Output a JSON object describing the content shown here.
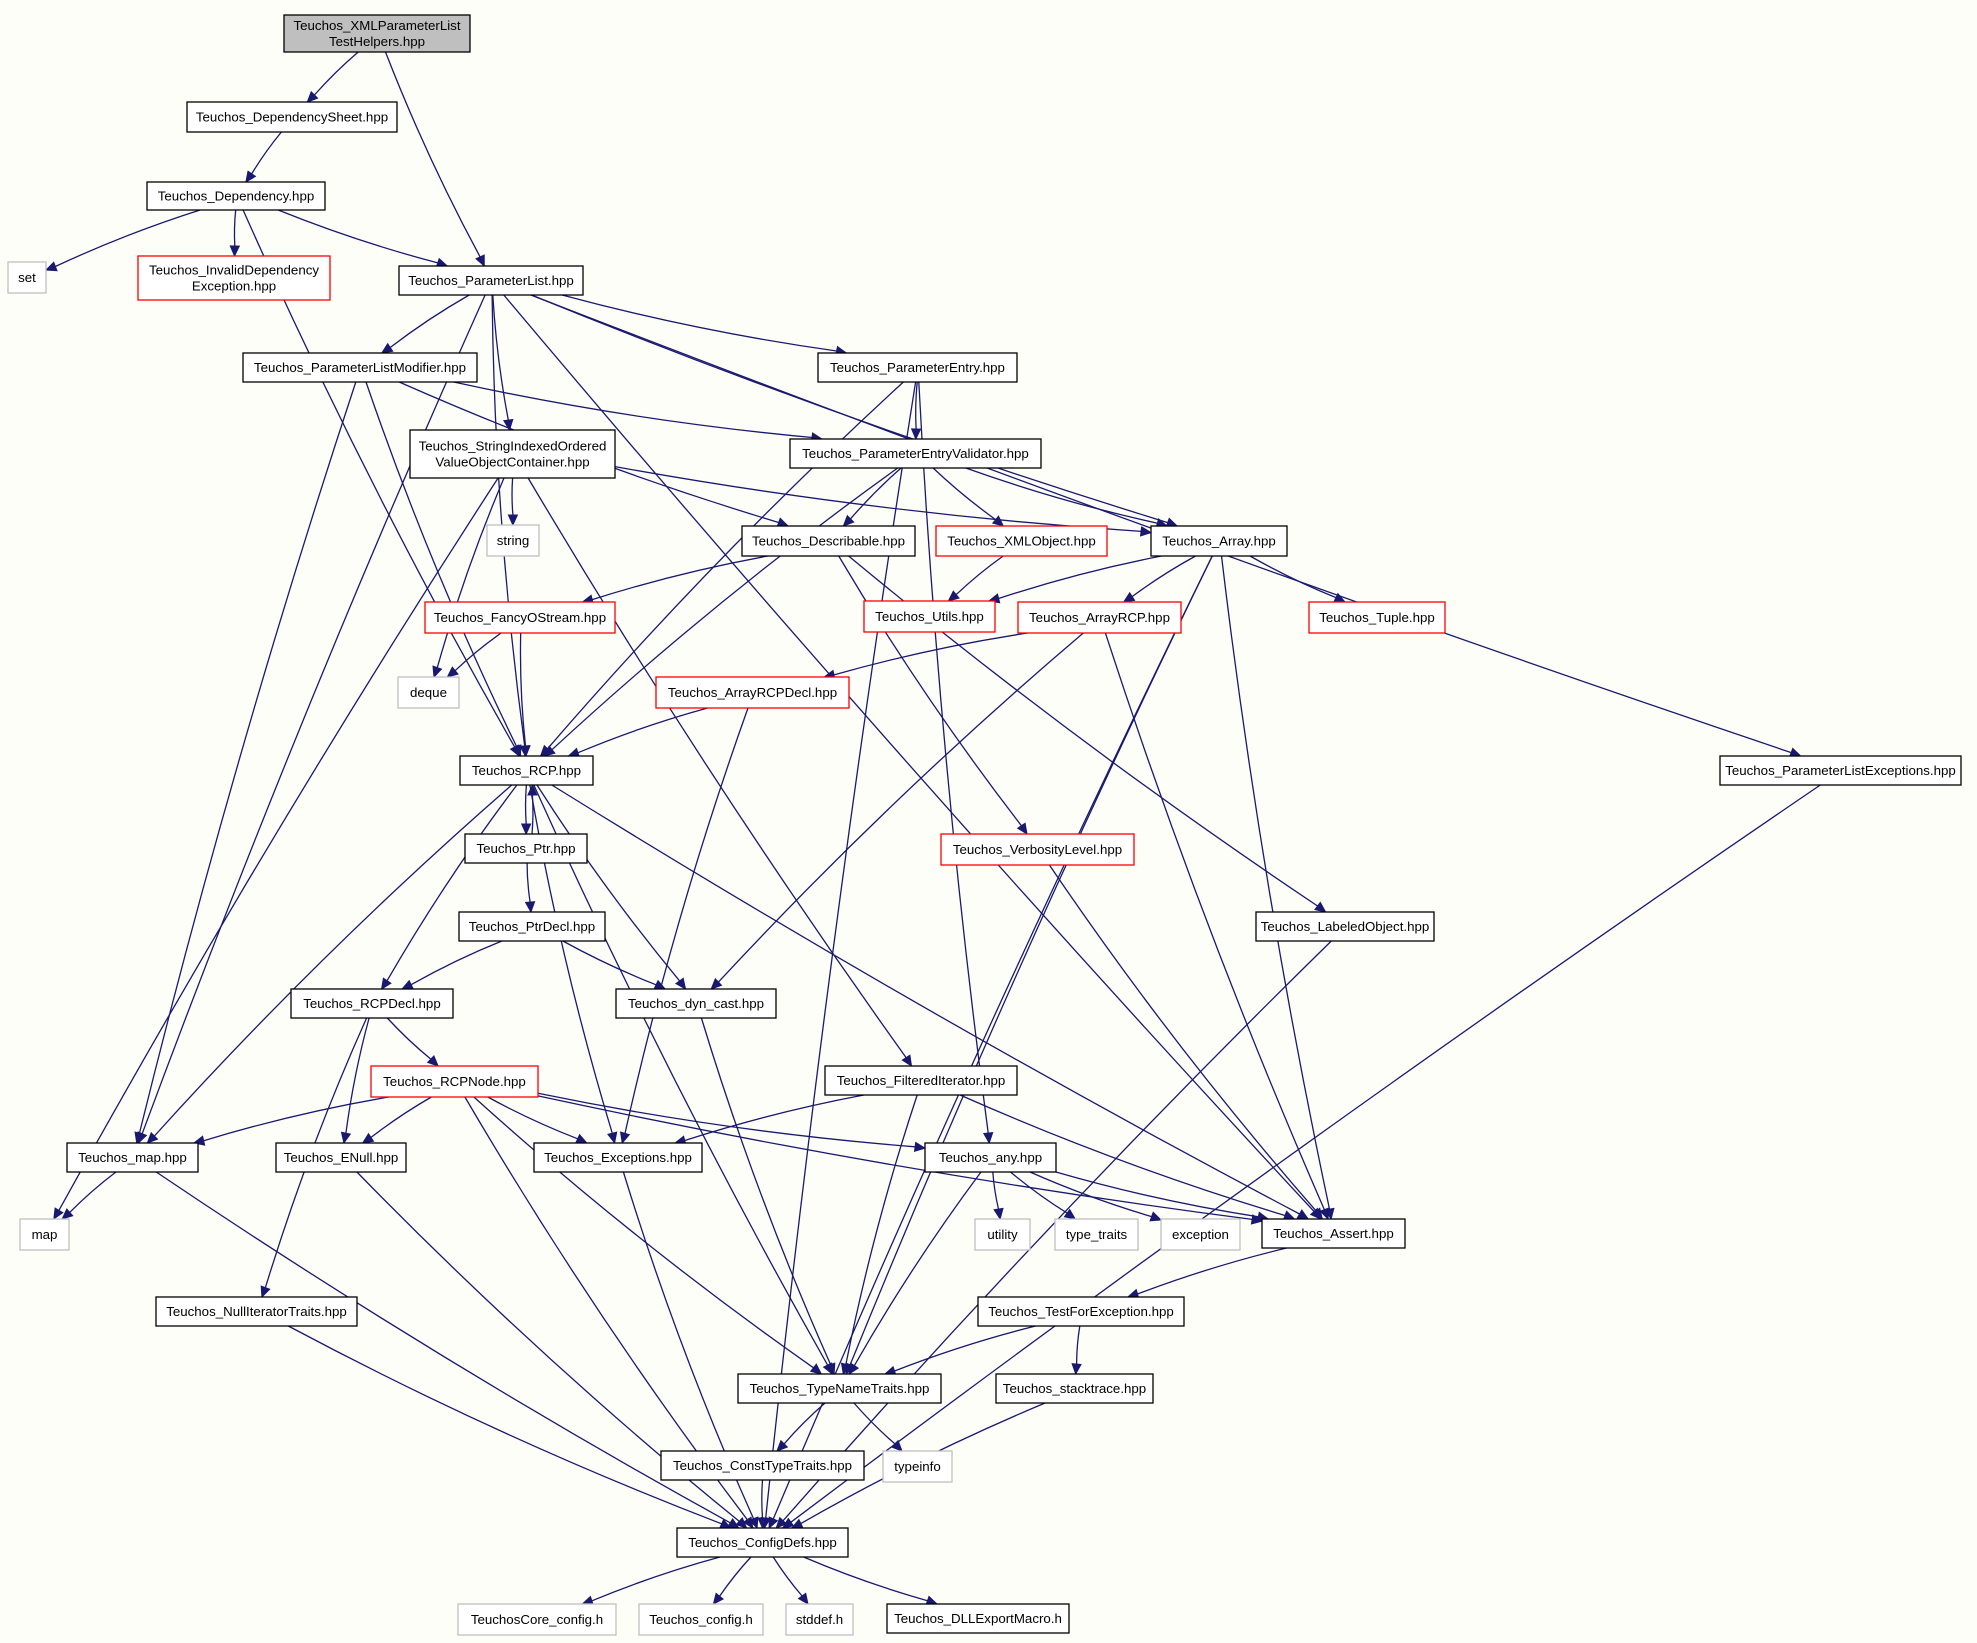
{
  "diagram": {
    "type": "include-dependency-graph",
    "colors": {
      "background": "#fefef8",
      "edge": "#191970",
      "root_fill": "#bfbfbf",
      "node_border": "#000000",
      "truncated_border": "#ff0000",
      "system_border": "#bfbfbf"
    },
    "nodes": [
      {
        "id": "root",
        "lines": [
          "Teuchos_XMLParameterList",
          "TestHelpers.hpp"
        ],
        "kind": "root"
      },
      {
        "id": "depsheet",
        "lines": [
          "Teuchos_DependencySheet.hpp"
        ],
        "kind": "file"
      },
      {
        "id": "dep",
        "lines": [
          "Teuchos_Dependency.hpp"
        ],
        "kind": "file"
      },
      {
        "id": "set",
        "lines": [
          "set"
        ],
        "kind": "sys"
      },
      {
        "id": "invdep",
        "lines": [
          "Teuchos_InvalidDependency",
          "Exception.hpp"
        ],
        "kind": "trunc"
      },
      {
        "id": "plist",
        "lines": [
          "Teuchos_ParameterList.hpp"
        ],
        "kind": "file"
      },
      {
        "id": "plmod",
        "lines": [
          "Teuchos_ParameterListModifier.hpp"
        ],
        "kind": "file"
      },
      {
        "id": "pentry",
        "lines": [
          "Teuchos_ParameterEntry.hpp"
        ],
        "kind": "file"
      },
      {
        "id": "siovoc",
        "lines": [
          "Teuchos_StringIndexedOrdered",
          "ValueObjectContainer.hpp"
        ],
        "kind": "file"
      },
      {
        "id": "pev",
        "lines": [
          "Teuchos_ParameterEntryValidator.hpp"
        ],
        "kind": "file"
      },
      {
        "id": "string",
        "lines": [
          "string"
        ],
        "kind": "sys"
      },
      {
        "id": "describ",
        "lines": [
          "Teuchos_Describable.hpp"
        ],
        "kind": "file"
      },
      {
        "id": "xmlobj",
        "lines": [
          "Teuchos_XMLObject.hpp"
        ],
        "kind": "trunc"
      },
      {
        "id": "array",
        "lines": [
          "Teuchos_Array.hpp"
        ],
        "kind": "file"
      },
      {
        "id": "fancy",
        "lines": [
          "Teuchos_FancyOStream.hpp"
        ],
        "kind": "trunc"
      },
      {
        "id": "utils",
        "lines": [
          "Teuchos_Utils.hpp"
        ],
        "kind": "trunc"
      },
      {
        "id": "arcp",
        "lines": [
          "Teuchos_ArrayRCP.hpp"
        ],
        "kind": "trunc"
      },
      {
        "id": "tuple",
        "lines": [
          "Teuchos_Tuple.hpp"
        ],
        "kind": "trunc"
      },
      {
        "id": "deque",
        "lines": [
          "deque"
        ],
        "kind": "sys"
      },
      {
        "id": "arcpdecl",
        "lines": [
          "Teuchos_ArrayRCPDecl.hpp"
        ],
        "kind": "trunc"
      },
      {
        "id": "rcp",
        "lines": [
          "Teuchos_RCP.hpp"
        ],
        "kind": "file"
      },
      {
        "id": "plexc",
        "lines": [
          "Teuchos_ParameterListExceptions.hpp"
        ],
        "kind": "file"
      },
      {
        "id": "ptr",
        "lines": [
          "Teuchos_Ptr.hpp"
        ],
        "kind": "file"
      },
      {
        "id": "verb",
        "lines": [
          "Teuchos_VerbosityLevel.hpp"
        ],
        "kind": "trunc"
      },
      {
        "id": "ptrdecl",
        "lines": [
          "Teuchos_PtrDecl.hpp"
        ],
        "kind": "file"
      },
      {
        "id": "labeled",
        "lines": [
          "Teuchos_LabeledObject.hpp"
        ],
        "kind": "file"
      },
      {
        "id": "rcpdecl",
        "lines": [
          "Teuchos_RCPDecl.hpp"
        ],
        "kind": "file"
      },
      {
        "id": "dyncast",
        "lines": [
          "Teuchos_dyn_cast.hpp"
        ],
        "kind": "file"
      },
      {
        "id": "rcpnode",
        "lines": [
          "Teuchos_RCPNode.hpp"
        ],
        "kind": "trunc"
      },
      {
        "id": "filtit",
        "lines": [
          "Teuchos_FilteredIterator.hpp"
        ],
        "kind": "file"
      },
      {
        "id": "map_hpp",
        "lines": [
          "Teuchos_map.hpp"
        ],
        "kind": "file"
      },
      {
        "id": "enull",
        "lines": [
          "Teuchos_ENull.hpp"
        ],
        "kind": "file"
      },
      {
        "id": "exc",
        "lines": [
          "Teuchos_Exceptions.hpp"
        ],
        "kind": "file"
      },
      {
        "id": "any",
        "lines": [
          "Teuchos_any.hpp"
        ],
        "kind": "file"
      },
      {
        "id": "map",
        "lines": [
          "map"
        ],
        "kind": "sys"
      },
      {
        "id": "utility",
        "lines": [
          "utility"
        ],
        "kind": "sys"
      },
      {
        "id": "typetraits",
        "lines": [
          "type_traits"
        ],
        "kind": "sys"
      },
      {
        "id": "exception",
        "lines": [
          "exception"
        ],
        "kind": "sys"
      },
      {
        "id": "assert",
        "lines": [
          "Teuchos_Assert.hpp"
        ],
        "kind": "file"
      },
      {
        "id": "nullit",
        "lines": [
          "Teuchos_NullIteratorTraits.hpp"
        ],
        "kind": "file"
      },
      {
        "id": "testexc",
        "lines": [
          "Teuchos_TestForException.hpp"
        ],
        "kind": "file"
      },
      {
        "id": "typename",
        "lines": [
          "Teuchos_TypeNameTraits.hpp"
        ],
        "kind": "file"
      },
      {
        "id": "stack",
        "lines": [
          "Teuchos_stacktrace.hpp"
        ],
        "kind": "file"
      },
      {
        "id": "consttt",
        "lines": [
          "Teuchos_ConstTypeTraits.hpp"
        ],
        "kind": "file"
      },
      {
        "id": "typeinfo",
        "lines": [
          "typeinfo"
        ],
        "kind": "sys"
      },
      {
        "id": "configdefs",
        "lines": [
          "Teuchos_ConfigDefs.hpp"
        ],
        "kind": "file"
      },
      {
        "id": "corecfg",
        "lines": [
          "TeuchosCore_config.h"
        ],
        "kind": "sys"
      },
      {
        "id": "tcfg",
        "lines": [
          "Teuchos_config.h"
        ],
        "kind": "sys"
      },
      {
        "id": "stddef",
        "lines": [
          "stddef.h"
        ],
        "kind": "sys"
      },
      {
        "id": "dll",
        "lines": [
          "Teuchos_DLLExportMacro.h"
        ],
        "kind": "file"
      }
    ],
    "edges": [
      [
        "root",
        "depsheet"
      ],
      [
        "root",
        "plist"
      ],
      [
        "depsheet",
        "dep"
      ],
      [
        "dep",
        "set"
      ],
      [
        "dep",
        "invdep"
      ],
      [
        "dep",
        "plist"
      ],
      [
        "dep",
        "rcp"
      ],
      [
        "plist",
        "plmod"
      ],
      [
        "plist",
        "pentry"
      ],
      [
        "plist",
        "siovoc"
      ],
      [
        "plist",
        "array"
      ],
      [
        "plist",
        "plexc"
      ],
      [
        "plist",
        "assert"
      ],
      [
        "plist",
        "map_hpp"
      ],
      [
        "plist",
        "rcp"
      ],
      [
        "plmod",
        "pev"
      ],
      [
        "plmod",
        "describ"
      ],
      [
        "plmod",
        "rcp"
      ],
      [
        "plmod",
        "map_hpp"
      ],
      [
        "pentry",
        "pev"
      ],
      [
        "pentry",
        "rcp"
      ],
      [
        "pentry",
        "any"
      ],
      [
        "pentry",
        "configdefs"
      ],
      [
        "siovoc",
        "string"
      ],
      [
        "siovoc",
        "deque"
      ],
      [
        "siovoc",
        "map"
      ],
      [
        "siovoc",
        "array"
      ],
      [
        "siovoc",
        "filtit"
      ],
      [
        "pev",
        "describ"
      ],
      [
        "pev",
        "xmlobj"
      ],
      [
        "pev",
        "array"
      ],
      [
        "pev",
        "rcp"
      ],
      [
        "describ",
        "fancy"
      ],
      [
        "describ",
        "verb"
      ],
      [
        "describ",
        "labeled"
      ],
      [
        "xmlobj",
        "utils"
      ],
      [
        "array",
        "utils"
      ],
      [
        "array",
        "arcp"
      ],
      [
        "array",
        "tuple"
      ],
      [
        "array",
        "assert"
      ],
      [
        "array",
        "typename"
      ],
      [
        "array",
        "configdefs"
      ],
      [
        "fancy",
        "deque"
      ],
      [
        "fancy",
        "rcp"
      ],
      [
        "arcp",
        "arcpdecl"
      ],
      [
        "arcp",
        "dyncast"
      ],
      [
        "arcp",
        "assert"
      ],
      [
        "arcpdecl",
        "rcp"
      ],
      [
        "arcpdecl",
        "exc"
      ],
      [
        "rcp",
        "ptr"
      ],
      [
        "rcp",
        "rcpdecl"
      ],
      [
        "rcp",
        "dyncast"
      ],
      [
        "rcp",
        "map_hpp"
      ],
      [
        "rcp",
        "exc"
      ],
      [
        "rcp",
        "assert"
      ],
      [
        "rcp",
        "typename"
      ],
      [
        "ptr",
        "rcp"
      ],
      [
        "ptr",
        "ptrdecl"
      ],
      [
        "ptrdecl",
        "rcpdecl"
      ],
      [
        "ptrdecl",
        "dyncast"
      ],
      [
        "rcpdecl",
        "rcpnode"
      ],
      [
        "rcpdecl",
        "enull"
      ],
      [
        "rcpdecl",
        "nullit"
      ],
      [
        "rcpnode",
        "map_hpp"
      ],
      [
        "rcpnode",
        "enull"
      ],
      [
        "rcpnode",
        "exc"
      ],
      [
        "rcpnode",
        "any"
      ],
      [
        "rcpnode",
        "assert"
      ],
      [
        "rcpnode",
        "typename"
      ],
      [
        "rcpnode",
        "configdefs"
      ],
      [
        "verb",
        "assert"
      ],
      [
        "labeled",
        "configdefs"
      ],
      [
        "plexc",
        "configdefs"
      ],
      [
        "dyncast",
        "typename"
      ],
      [
        "filtit",
        "exc"
      ],
      [
        "filtit",
        "assert"
      ],
      [
        "filtit",
        "typename"
      ],
      [
        "map_hpp",
        "map"
      ],
      [
        "map_hpp",
        "configdefs"
      ],
      [
        "enull",
        "configdefs"
      ],
      [
        "exc",
        "configdefs"
      ],
      [
        "any",
        "utility"
      ],
      [
        "any",
        "typetraits"
      ],
      [
        "any",
        "exception"
      ],
      [
        "any",
        "assert"
      ],
      [
        "any",
        "typename"
      ],
      [
        "assert",
        "testexc"
      ],
      [
        "nullit",
        "configdefs"
      ],
      [
        "testexc",
        "typename"
      ],
      [
        "testexc",
        "stack"
      ],
      [
        "stack",
        "configdefs"
      ],
      [
        "typename",
        "consttt"
      ],
      [
        "typename",
        "typeinfo"
      ],
      [
        "consttt",
        "configdefs"
      ],
      [
        "configdefs",
        "corecfg"
      ],
      [
        "configdefs",
        "tcfg"
      ],
      [
        "configdefs",
        "stddef"
      ],
      [
        "configdefs",
        "dll"
      ]
    ]
  }
}
